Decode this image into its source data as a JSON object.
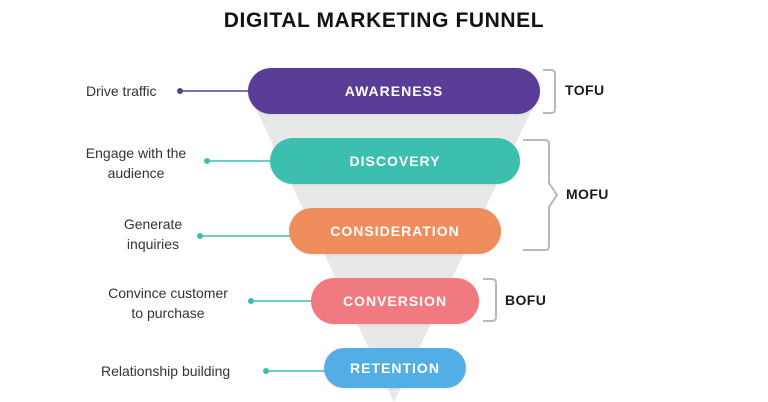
{
  "title": "DIGITAL MARKETING FUNNEL",
  "stages": [
    {
      "label": "AWARENESS",
      "color": "#5a3d96",
      "description_lines": [
        "Drive traffic"
      ]
    },
    {
      "label": "DISCOVERY",
      "color": "#3dbfb0",
      "description_lines": [
        "Engage with the",
        "audience"
      ]
    },
    {
      "label": "CONSIDERATION",
      "color": "#f08d5c",
      "description_lines": [
        "Generate",
        "inquiries"
      ]
    },
    {
      "label": "CONVERSION",
      "color": "#f07a7f",
      "description_lines": [
        "Convince customer",
        "to purchase"
      ]
    },
    {
      "label": "RETENTION",
      "color": "#53aee6",
      "description_lines": [
        "Relationship building"
      ]
    }
  ],
  "phases": [
    {
      "label": "TOFU"
    },
    {
      "label": "MOFU"
    },
    {
      "label": "BOFU"
    }
  ],
  "colors": {
    "funnel_cone": "#e6e6e6",
    "bracket": "#b5b5b5",
    "connector_aware": "#5a3d96",
    "connector_teal": "#3dbfb0"
  }
}
